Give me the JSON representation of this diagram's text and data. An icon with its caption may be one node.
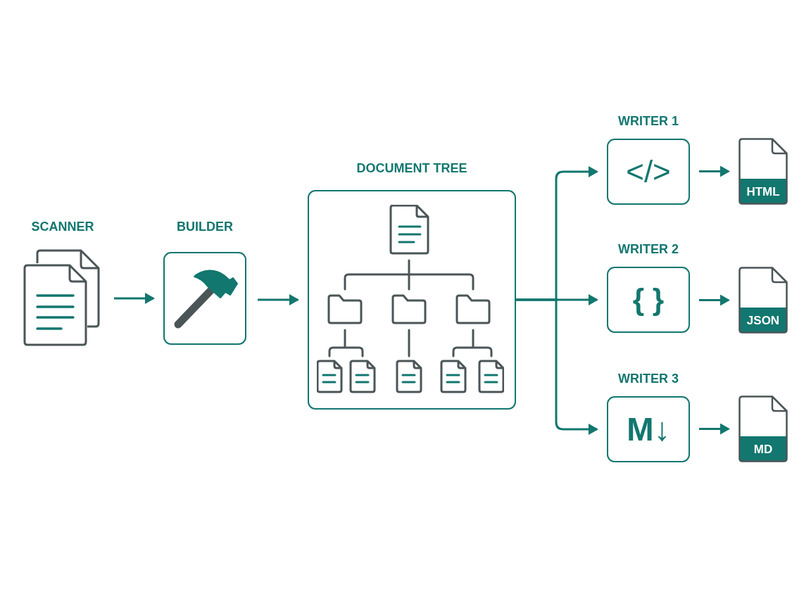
{
  "diagram": {
    "nodes": [
      {
        "text": [
          "SCANNER"
        ]
      },
      {
        "text": [
          "BUILDER"
        ]
      },
      {
        "text": [
          "DOCUMENT TREE"
        ]
      },
      {
        "text": [
          "WRITER 1",
          "</>"
        ]
      },
      {
        "text": [
          "HTML"
        ]
      },
      {
        "text": [
          "WRITER 2",
          "{ }"
        ]
      },
      {
        "text": [
          "JSON"
        ]
      },
      {
        "text": [
          "WRITER 3",
          "M↓"
        ]
      },
      {
        "text": [
          "MD"
        ]
      }
    ],
    "edges": [
      {
        "from": 0,
        "to": 1,
        "arrow": "to"
      },
      {
        "from": 1,
        "to": 2,
        "arrow": "to"
      },
      {
        "from": 2,
        "to": 3,
        "arrow": "to"
      },
      {
        "from": 2,
        "to": 5,
        "arrow": "to"
      },
      {
        "from": 2,
        "to": 7,
        "arrow": "to"
      },
      {
        "from": 3,
        "to": 4,
        "arrow": "to"
      },
      {
        "from": 5,
        "to": 6,
        "arrow": "to"
      },
      {
        "from": 7,
        "to": 8,
        "arrow": "to"
      }
    ]
  }
}
